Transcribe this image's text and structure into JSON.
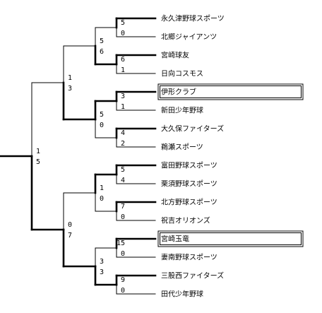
{
  "bracket": {
    "teams": [
      "永久津野球スポーツ",
      "北郷ジャイアンツ",
      "宮崎球友",
      "日向コスモス",
      "伊形クラブ",
      "新田少年野球",
      "大久保ファイターズ",
      "鵜瀬スポーツ",
      "富田野球スポーツ",
      "栗須野球スポーツ",
      "北方野球スポーツ",
      "祝吉オリオンズ",
      "宮崎玉竜",
      "妻南野球スポーツ",
      "三股西ファイターズ",
      "田代少年野球"
    ],
    "boxed_teams": [
      "伊形クラブ",
      "宮崎玉竜"
    ],
    "matches": [
      {
        "top": "5",
        "bottom": "0",
        "winner": "top"
      },
      {
        "top": "6",
        "bottom": "1",
        "winner": "top"
      },
      {
        "top": "3",
        "bottom": "1",
        "winner": "top"
      },
      {
        "top": "4",
        "bottom": "2",
        "winner": "top"
      },
      {
        "top": "5",
        "bottom": "4",
        "winner": "top"
      },
      {
        "top": "7",
        "bottom": "0",
        "winner": "top"
      },
      {
        "top": "15",
        "bottom": "0",
        "winner": "top"
      },
      {
        "top": "9",
        "bottom": "0",
        "winner": "top"
      },
      {
        "top": "5",
        "bottom": "6",
        "winner": "bottom"
      },
      {
        "top": "5",
        "bottom": "0",
        "winner": "top"
      },
      {
        "top": "1",
        "bottom": "0",
        "winner": "top"
      },
      {
        "top": "3",
        "bottom": "3",
        "winner": "bottom"
      },
      {
        "top": "1",
        "bottom": "3",
        "winner": "bottom"
      },
      {
        "top": "0",
        "bottom": "7",
        "winner": "bottom"
      },
      {
        "top": "1",
        "bottom": "5",
        "winner": "bottom"
      }
    ]
  }
}
